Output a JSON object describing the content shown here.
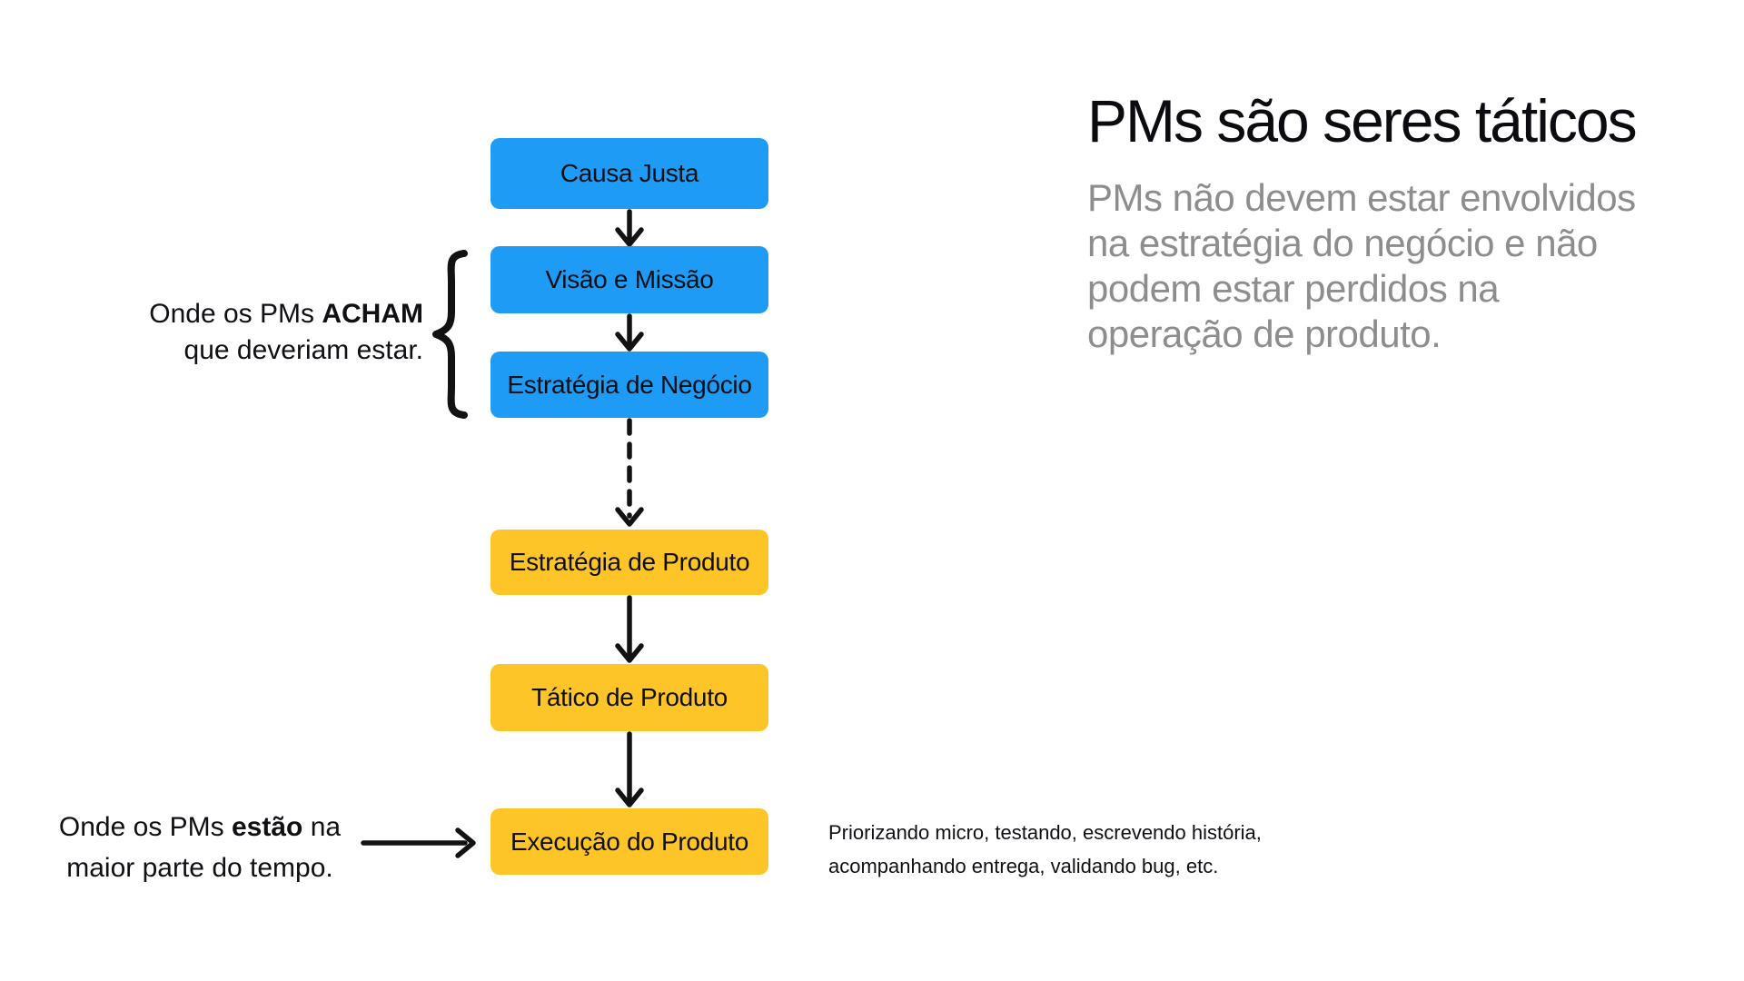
{
  "colors": {
    "node_blue": "#1e9bf5",
    "node_yellow": "#fdc527",
    "text_dark": "#101014",
    "text_gray": "#8d8d8d",
    "connector_black": "#121212",
    "background": "#ffffff"
  },
  "flow": {
    "boxes": [
      {
        "id": "causa-justa",
        "label": "Causa Justa",
        "color": "blue"
      },
      {
        "id": "visao-missao",
        "label": "Visão e Missão",
        "color": "blue"
      },
      {
        "id": "estrategia-negocio",
        "label": "Estratégia de Negócio",
        "color": "blue"
      },
      {
        "id": "estrategia-produto",
        "label": "Estratégia de Produto",
        "color": "yellow"
      },
      {
        "id": "tatico-produto",
        "label": "Tático de Produto",
        "color": "yellow"
      },
      {
        "id": "execucao-produto",
        "label": "Execução do Produto",
        "color": "yellow"
      }
    ],
    "connector_styles": {
      "solid_arrows": 4,
      "dashed_arrow_between": "Estratégia de Negócio → Estratégia de Produto"
    }
  },
  "annotations": {
    "brace_note": {
      "line1_prefix": "Onde os PMs ",
      "line1_bold": "ACHAM",
      "line2": "que deveriam estar."
    },
    "arrow_note": {
      "line1_prefix": "Onde os PMs ",
      "line1_bold": "estão",
      "line1_suffix": " na",
      "line2": "maior parte do tempo."
    },
    "execution_note": {
      "line1": "Priorizando micro, testando, escrevendo história,",
      "line2": "acompanhando entrega, validando bug, etc."
    }
  },
  "headline": {
    "title": "PMs são seres táticos",
    "subtitle_lines": [
      "PMs não devem estar envolvidos",
      "na estratégia do negócio e não",
      "podem estar perdidos na",
      "operação de produto."
    ]
  }
}
